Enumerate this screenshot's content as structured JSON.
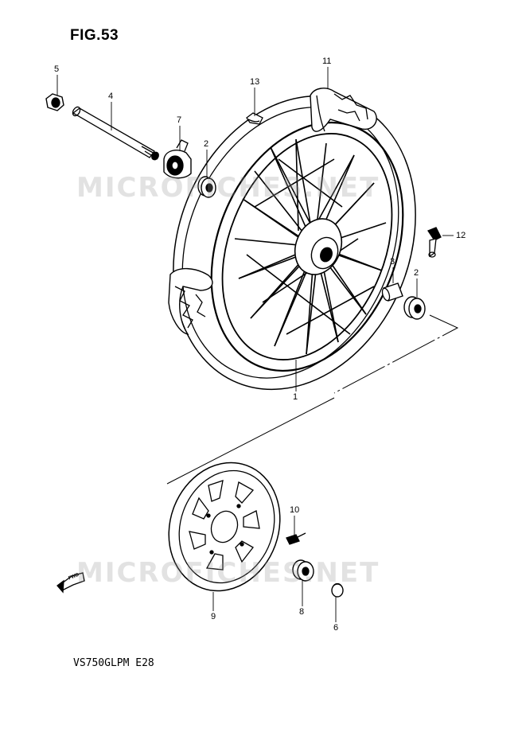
{
  "figure": {
    "title": "FIG.53",
    "model_code": "VS750GLPM  E28",
    "direction_label": "FWD"
  },
  "watermark": {
    "top_text": "MICROFICHES.NET",
    "bottom_text": "MICROFICHES.NET"
  },
  "callouts": [
    {
      "key": "c5",
      "number": "5"
    },
    {
      "key": "c4",
      "number": "4"
    },
    {
      "key": "c7",
      "number": "7"
    },
    {
      "key": "c2a",
      "number": "2"
    },
    {
      "key": "c13",
      "number": "13"
    },
    {
      "key": "c11",
      "number": "11"
    },
    {
      "key": "c12",
      "number": "12"
    },
    {
      "key": "c3",
      "number": "3"
    },
    {
      "key": "c2b",
      "number": "2"
    },
    {
      "key": "c1",
      "number": "1"
    },
    {
      "key": "c10",
      "number": "10"
    },
    {
      "key": "c8",
      "number": "8"
    },
    {
      "key": "c6",
      "number": "6"
    },
    {
      "key": "c9",
      "number": "9"
    }
  ],
  "colors": {
    "ink": "#000000",
    "paper": "#ffffff",
    "watermark": "#9a9a9a"
  }
}
